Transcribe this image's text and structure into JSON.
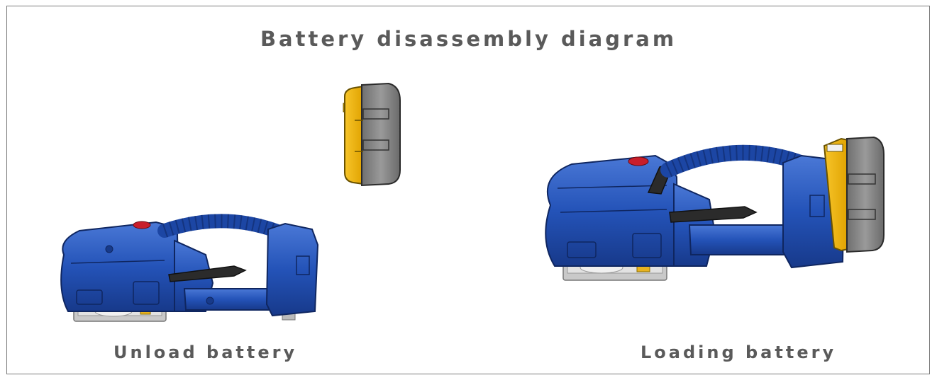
{
  "diagram": {
    "title": "Battery disassembly diagram",
    "labels": {
      "unload": "Unload battery",
      "loading": "Loading battery"
    },
    "colors": {
      "tool_blue": "#2453b8",
      "tool_blue_dark": "#173a8a",
      "tool_blue_light": "#3f6fd0",
      "battery_yellow": "#f2b705",
      "battery_gray": "#8a8a8a",
      "base_silver": "#c8c8c8",
      "text": "#5a5a5a",
      "border": "#7a7a7a"
    }
  }
}
